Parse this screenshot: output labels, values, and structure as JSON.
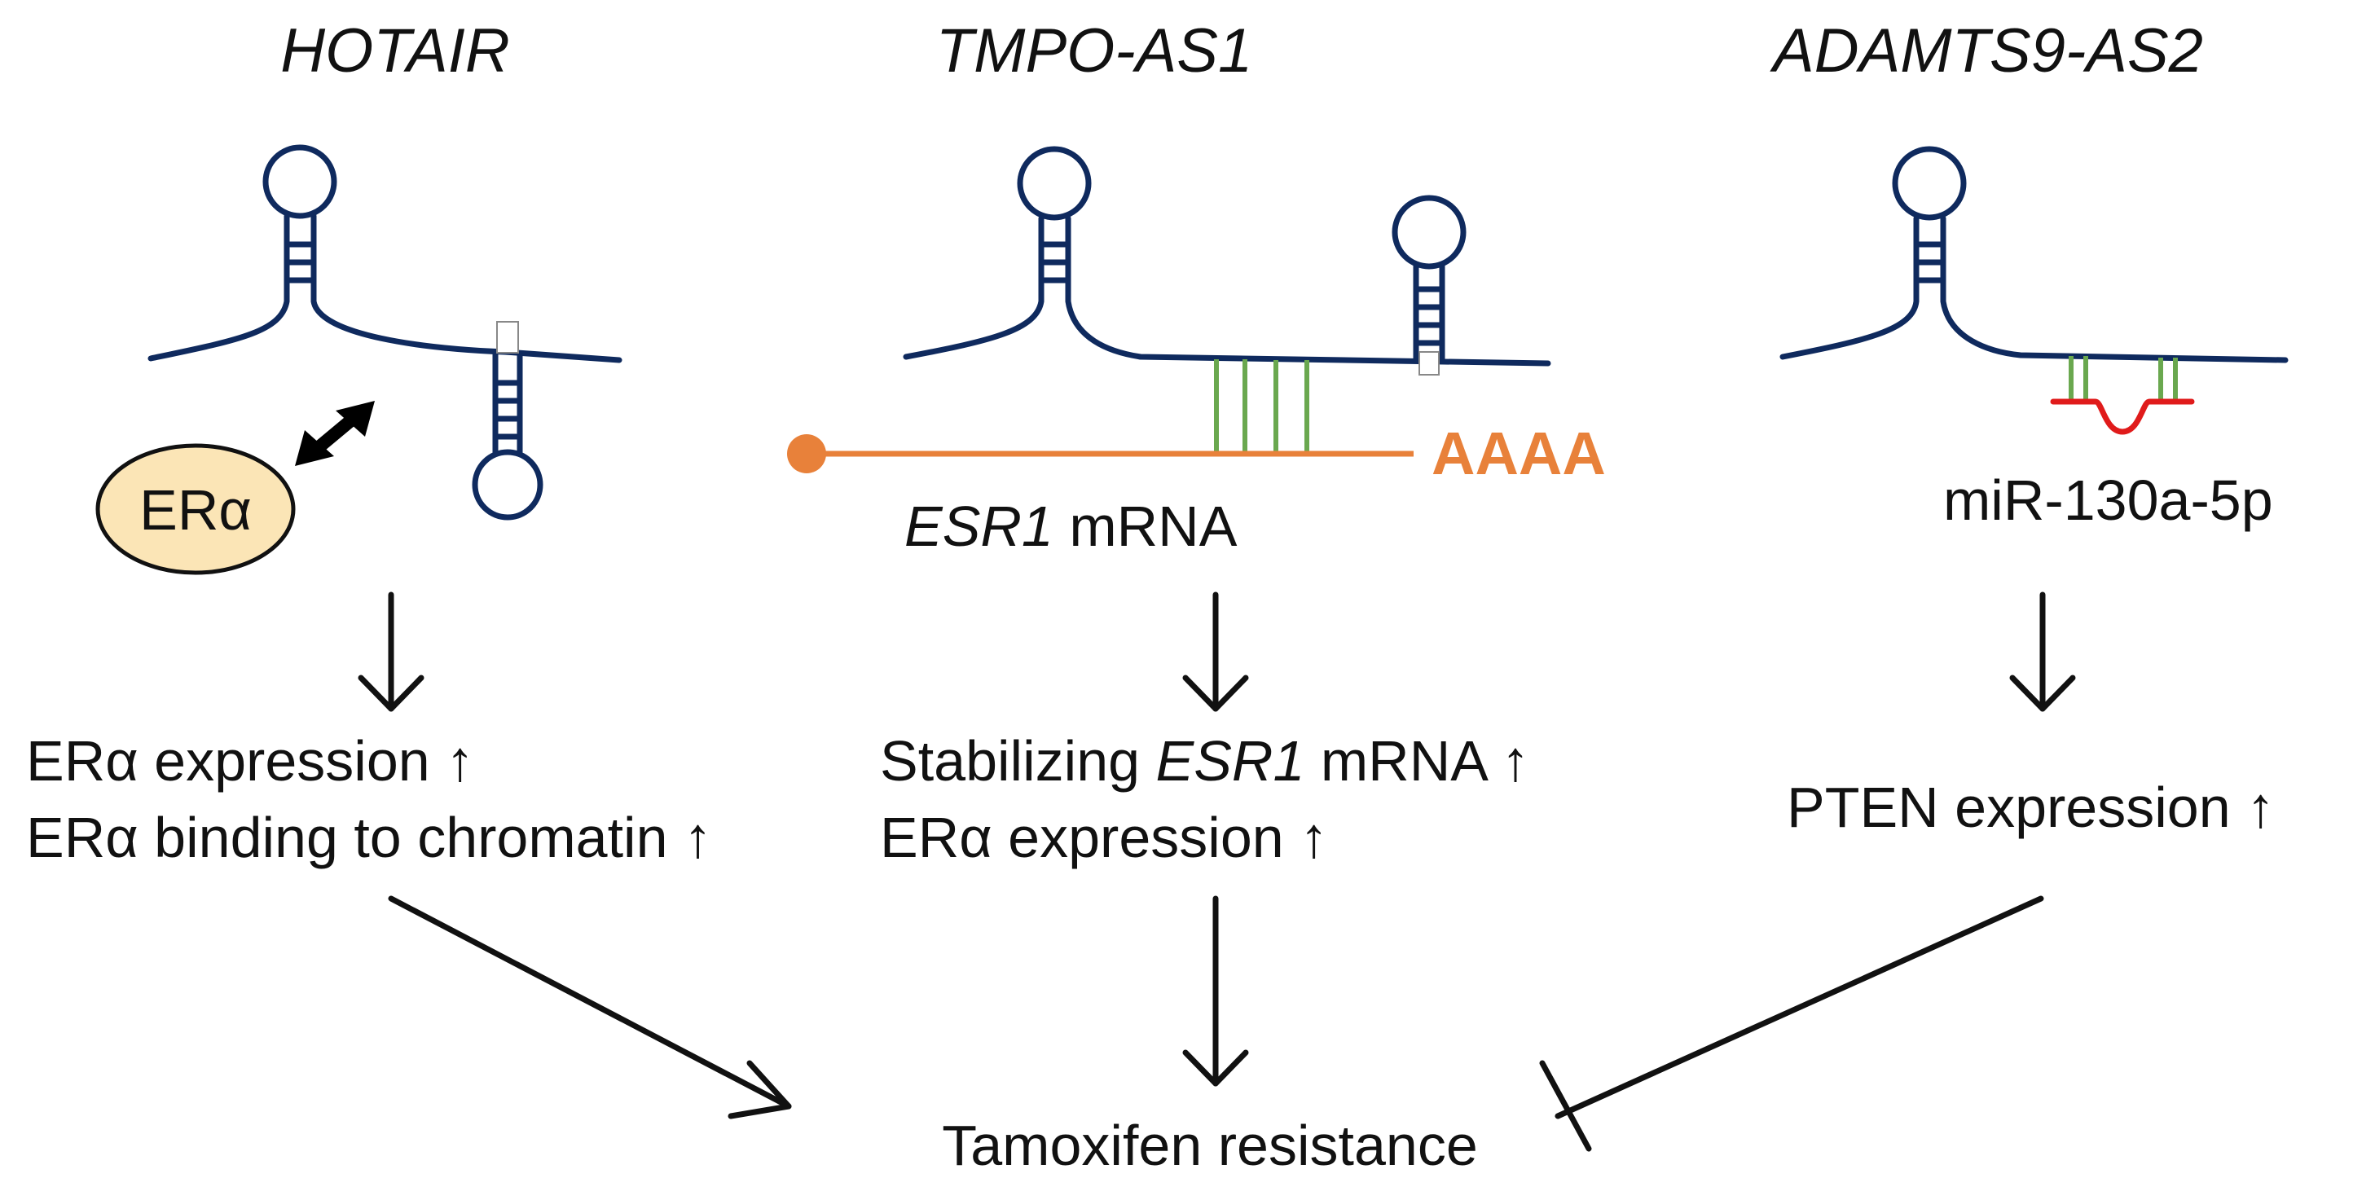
{
  "titles": {
    "hotair": "HOTAIR",
    "tmpo": "TMPO-AS1",
    "adamts": "ADAMTS9-AS2"
  },
  "hotair": {
    "protein_label": "ERα",
    "effect_line1": "ERα expression",
    "effect_line2": "ERα binding to chromatin"
  },
  "tmpo": {
    "polya": "AAAA",
    "mrna_gene": "ESR1",
    "mrna_suffix": " mRNA",
    "effect_line1_pre": "Stabilizing ",
    "effect_line1_gene": "ESR1",
    "effect_line1_post": " mRNA",
    "effect_line2": "ERα expression"
  },
  "adamts": {
    "mirna": "miR-130a-5p",
    "effect": "PTEN expression"
  },
  "up_arrow": "↑",
  "outcome": "Tamoxifen resistance",
  "colors": {
    "rna": "#0f2a5e",
    "mrna": "#e8813a",
    "base_pair": "#6aa84f",
    "mirna": "#e01b1b",
    "protein_fill": "#fbe5b6"
  }
}
